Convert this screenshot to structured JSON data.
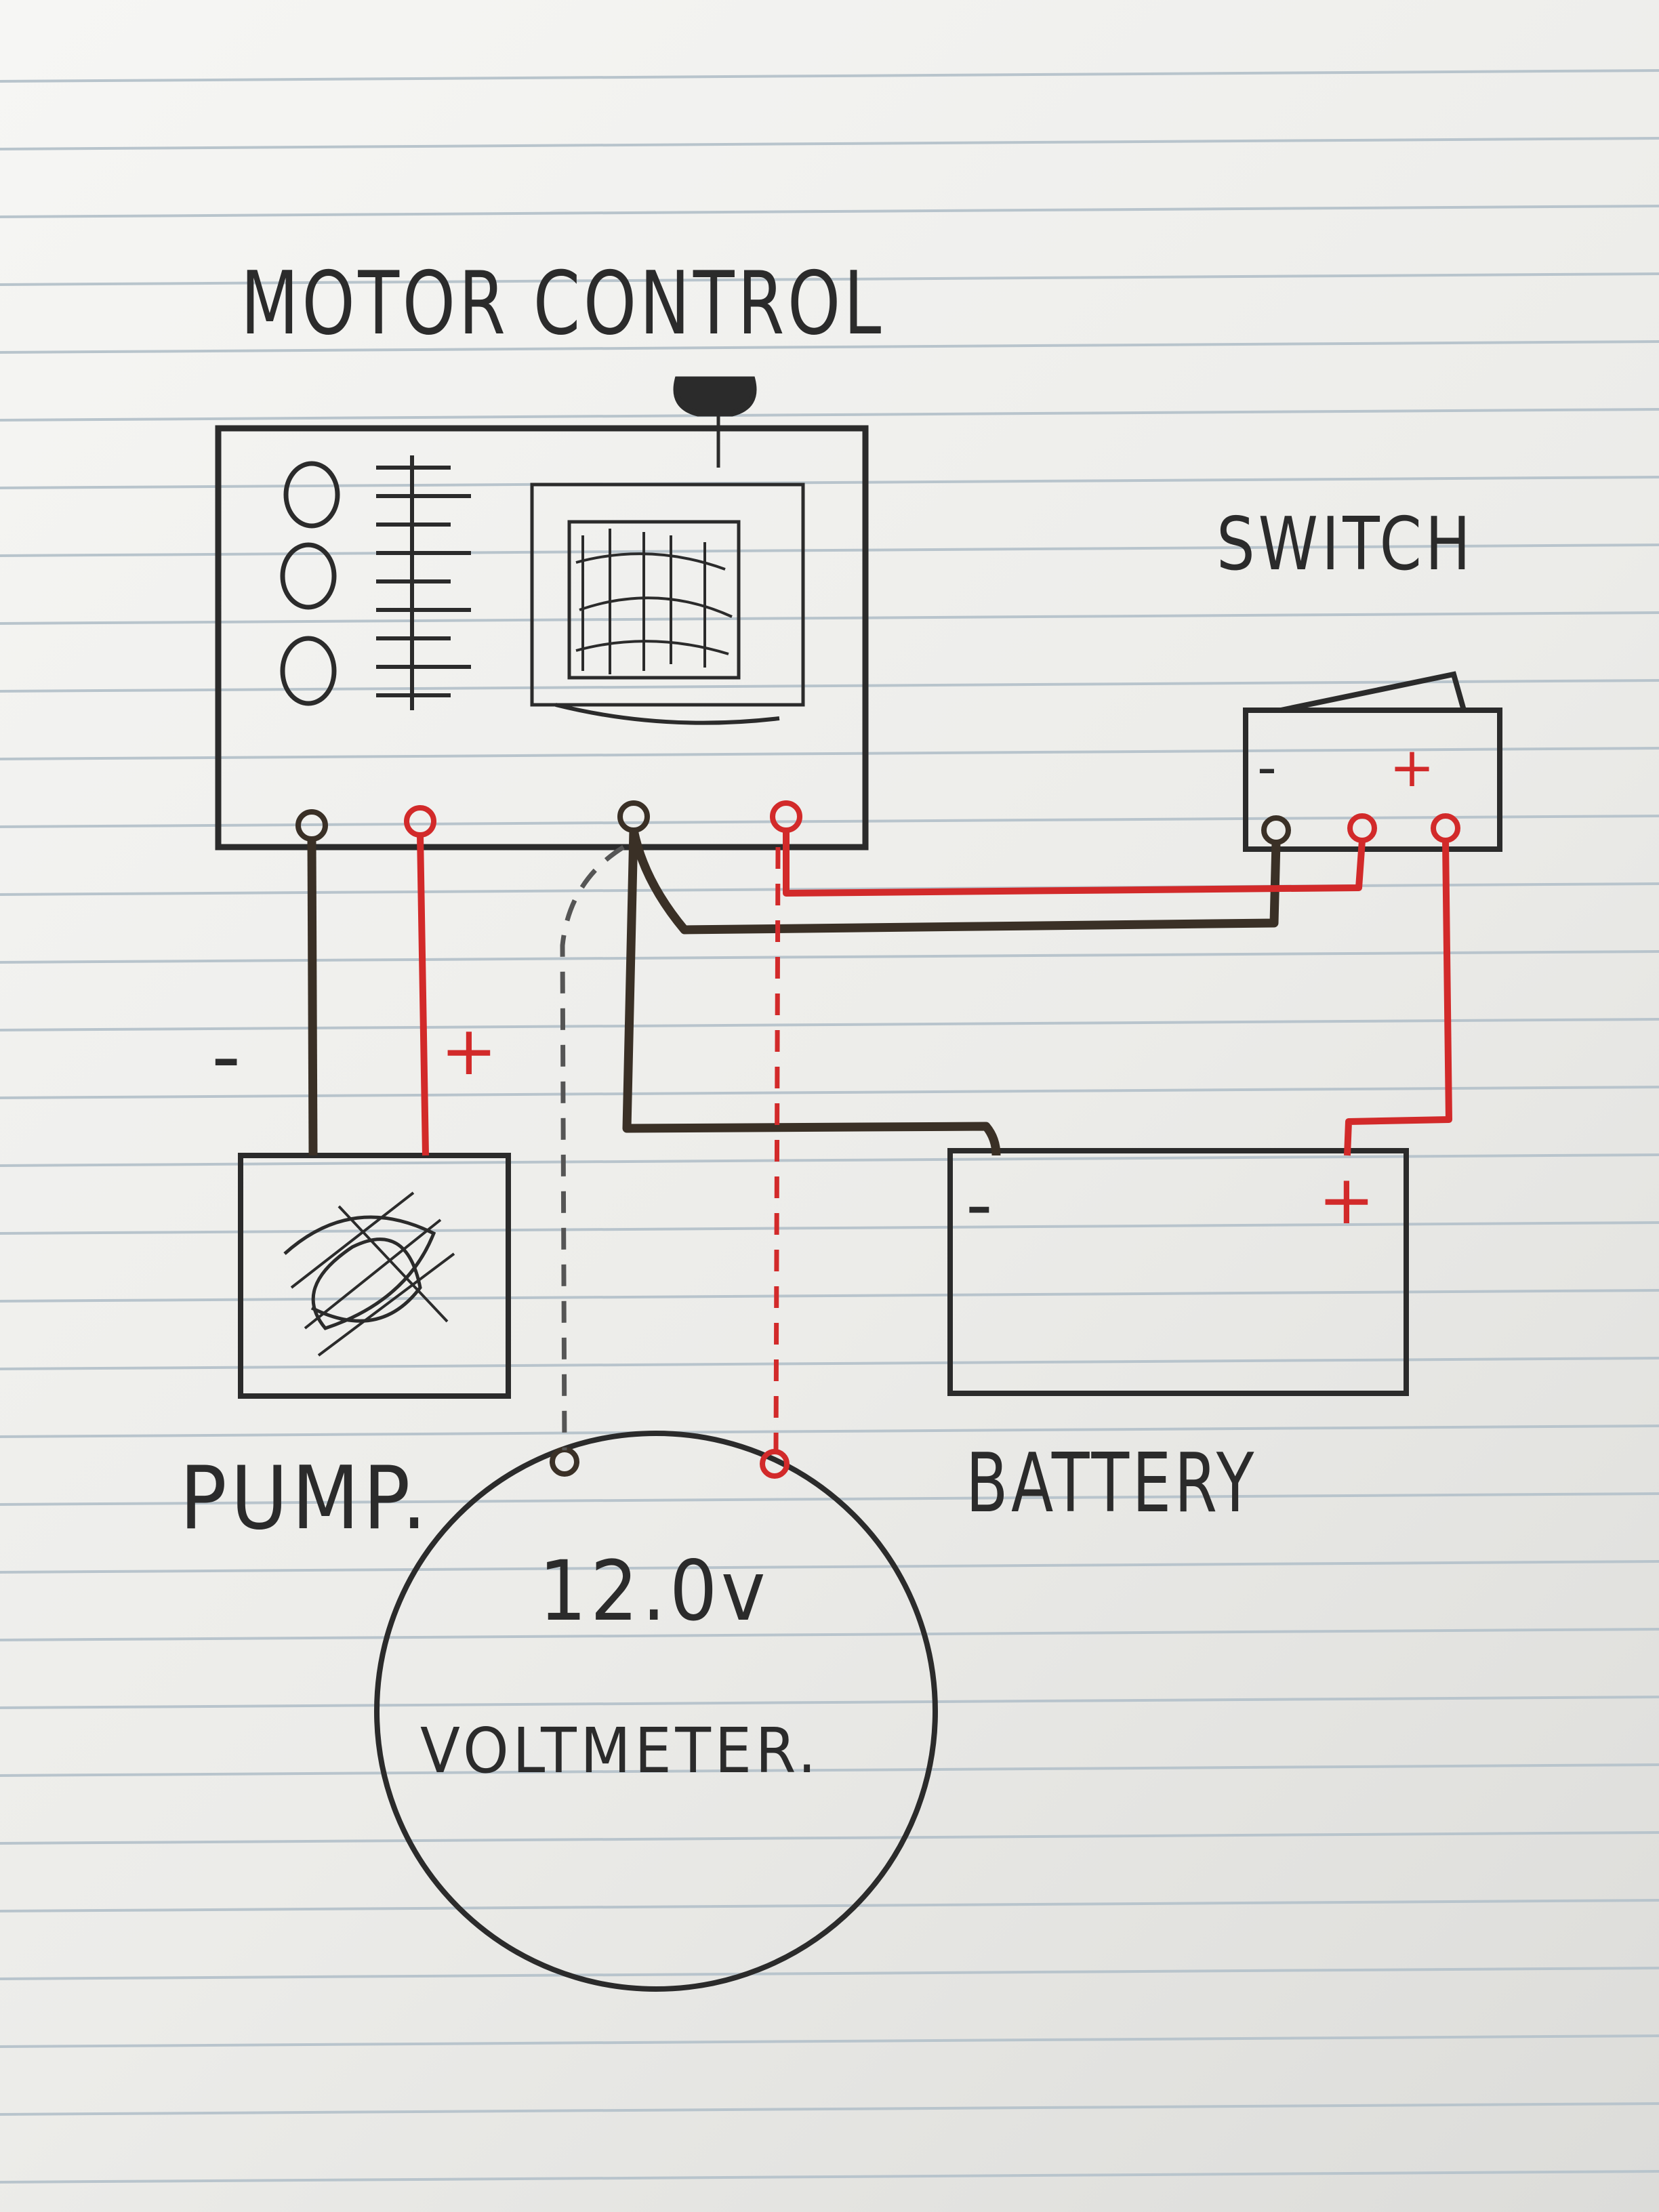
{
  "labels": {
    "motor_control": "MOTOR CONTROL",
    "switch": "SWITCH",
    "pump": "PUMP.",
    "battery": "BATTERY",
    "voltmeter": "VOLTMETER.",
    "voltmeter_reading": "12.0v",
    "pump_minus": "-",
    "pump_plus": "+",
    "switch_minus": "-",
    "switch_plus": "+",
    "battery_minus": "-",
    "battery_plus": "+"
  },
  "colors": {
    "ink": "#2b2b2b",
    "negative_wire": "#3a3026",
    "positive_wire": "#d22a2a",
    "paper": "#f2f2f0",
    "rule_line": "#b8c4cc"
  }
}
